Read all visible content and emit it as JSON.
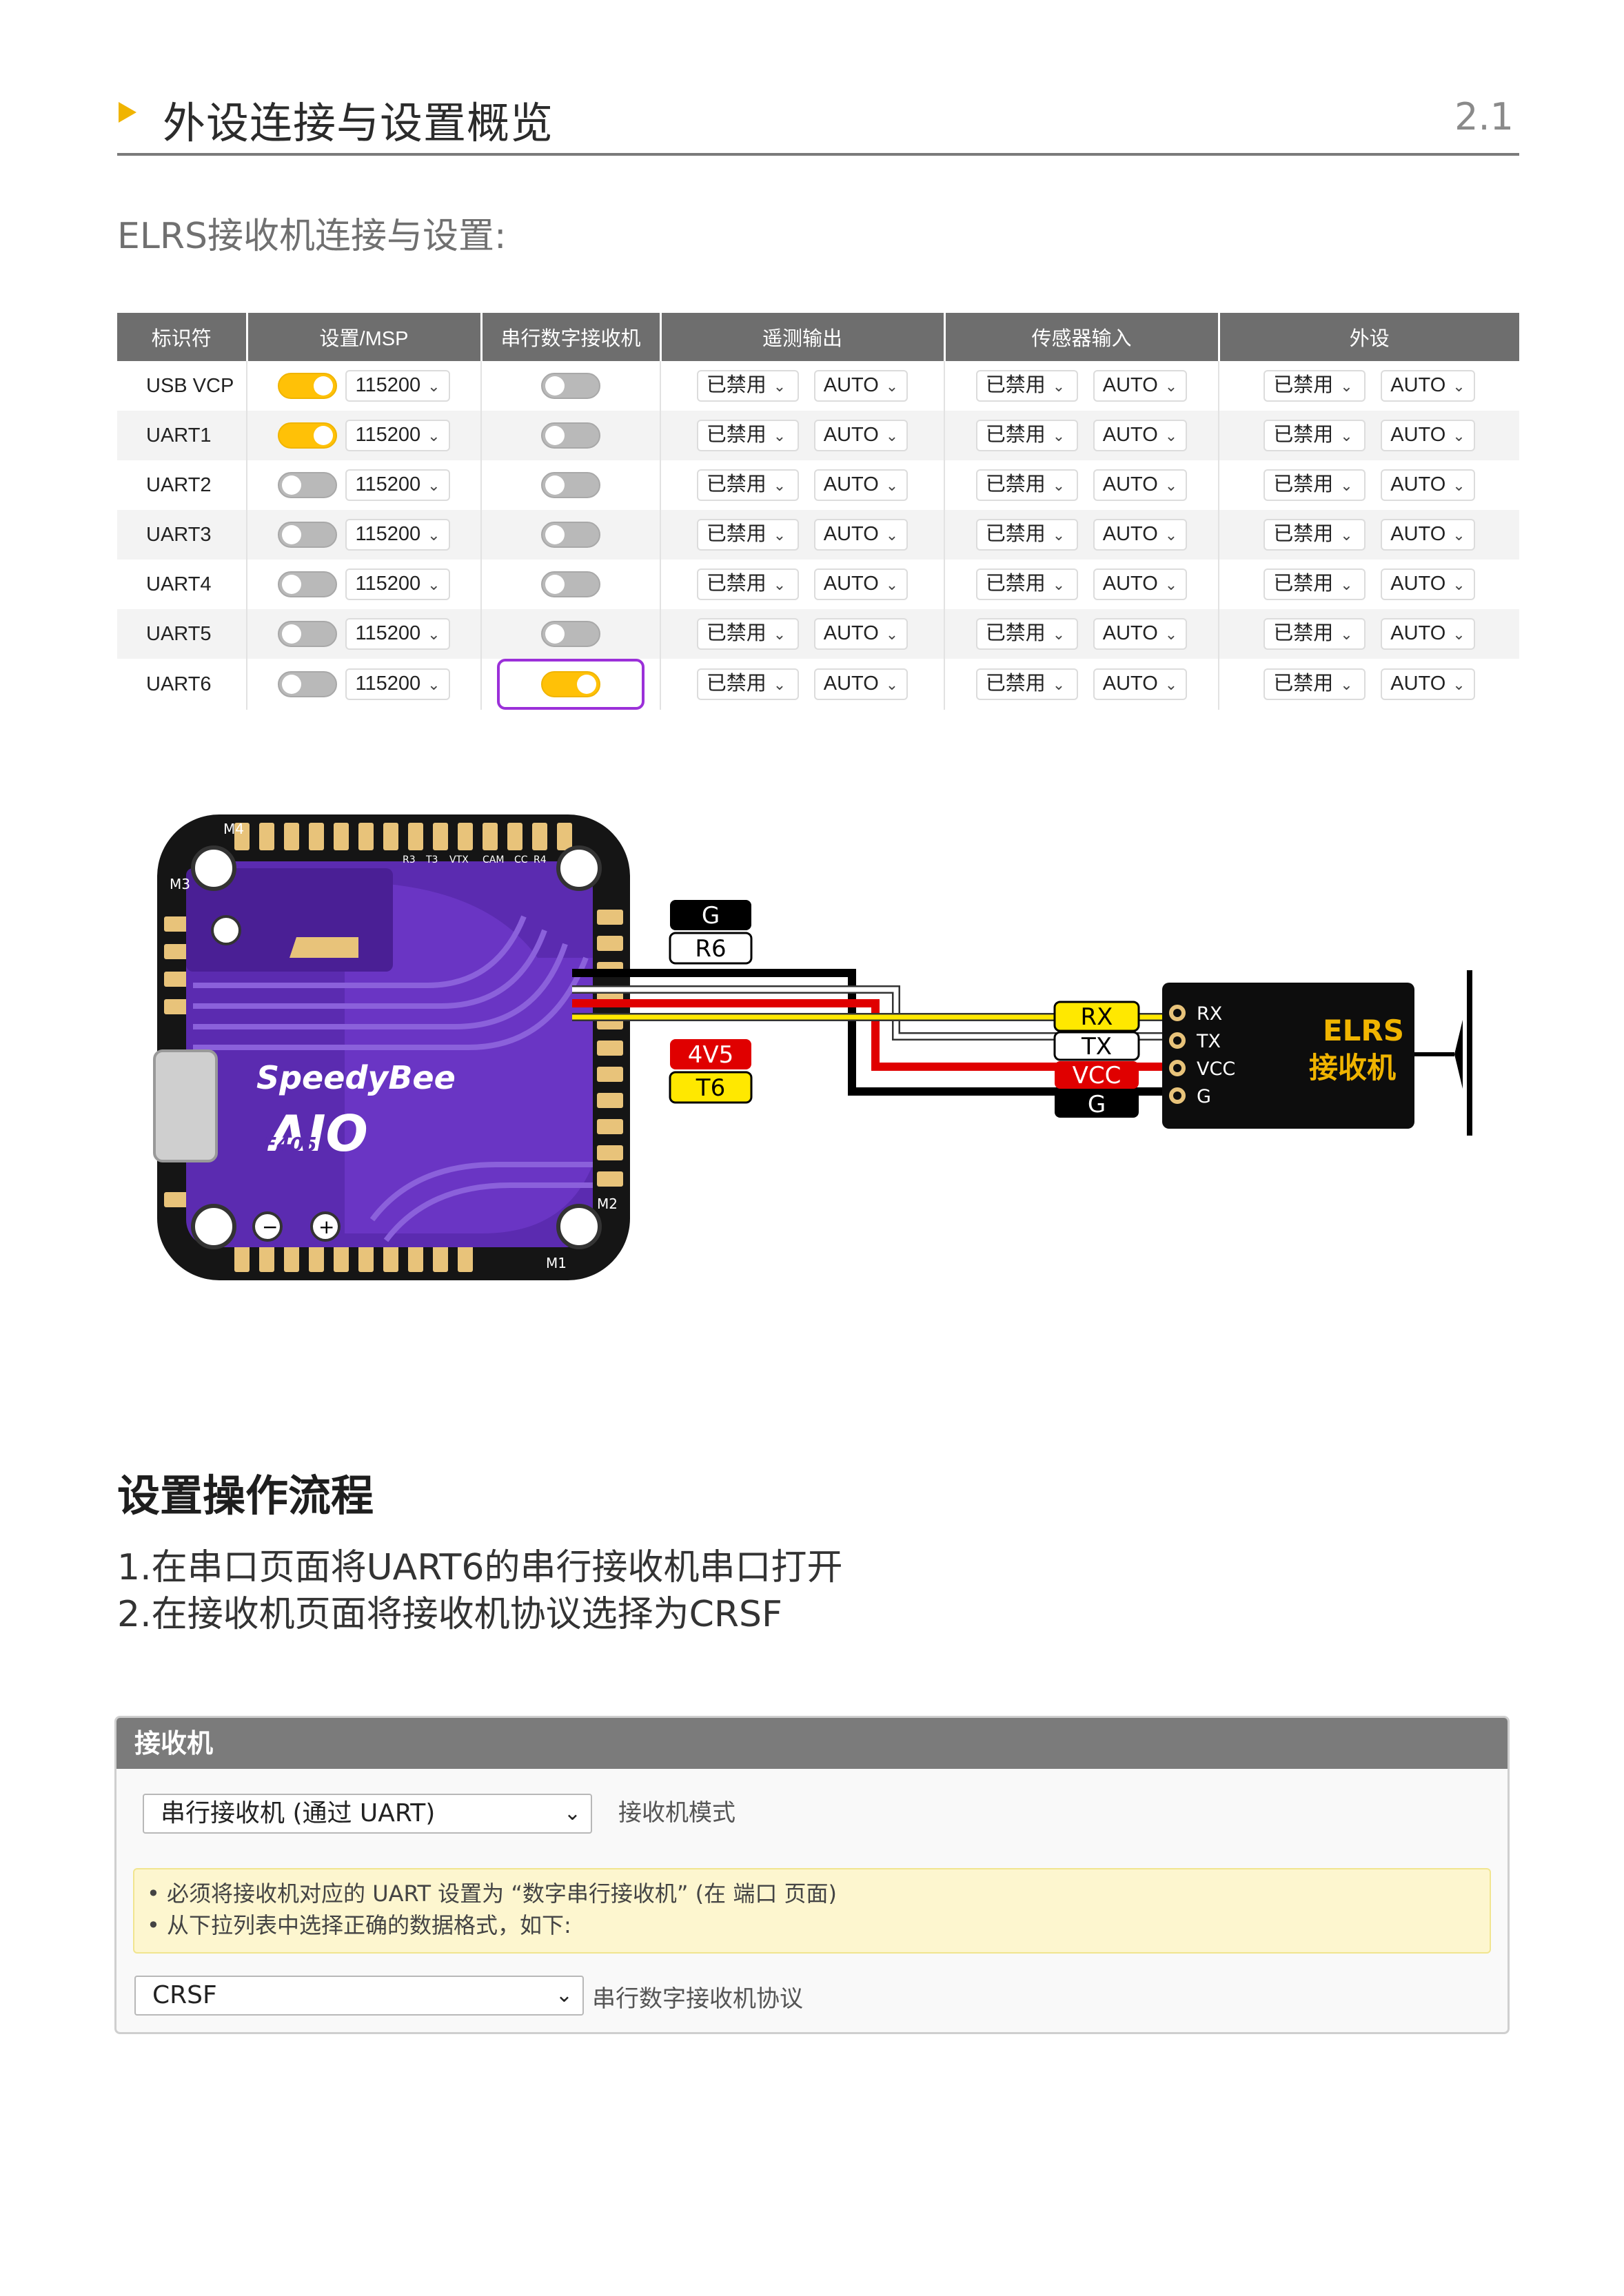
{
  "header": {
    "title": "外设连接与设置概览",
    "page_number": "2.1"
  },
  "section_subtitle": "ELRS接收机连接与设置:",
  "ports_table": {
    "columns": [
      "标识符",
      "设置/MSP",
      "串行数字接收机",
      "遥测输出",
      "传感器输入",
      "外设"
    ],
    "disabled_label": "已禁用",
    "auto_label": "AUTO",
    "rows": [
      {
        "id": "USB VCP",
        "msp_on": true,
        "baud": "115200",
        "serial_rx_on": false
      },
      {
        "id": "UART1",
        "msp_on": true,
        "baud": "115200",
        "serial_rx_on": false
      },
      {
        "id": "UART2",
        "msp_on": false,
        "baud": "115200",
        "serial_rx_on": false
      },
      {
        "id": "UART3",
        "msp_on": false,
        "baud": "115200",
        "serial_rx_on": false
      },
      {
        "id": "UART4",
        "msp_on": false,
        "baud": "115200",
        "serial_rx_on": false
      },
      {
        "id": "UART5",
        "msp_on": false,
        "baud": "115200",
        "serial_rx_on": false
      },
      {
        "id": "UART6",
        "msp_on": false,
        "baud": "115200",
        "serial_rx_on": true
      }
    ],
    "colors": {
      "toggle_on": "#ffc107",
      "highlight": "#9b30d9"
    }
  },
  "diagram": {
    "board_brand": "SpeedyBee",
    "board_model": "F405",
    "board_logo_text": "AIO",
    "motor_labels": [
      "M1",
      "M2",
      "M3",
      "M4"
    ],
    "top_pad_labels": [
      "R3",
      "T3",
      "VTX",
      "CAM",
      "CC",
      "R4"
    ],
    "pad_tags": {
      "g": "G",
      "r6": "R6",
      "v": "4V5",
      "t6": "T6"
    },
    "wire_labels": [
      "RX",
      "TX",
      "VCC",
      "G"
    ],
    "receiver_pins": [
      "RX",
      "TX",
      "VCC",
      "G"
    ],
    "receiver_name_line1": "ELRS",
    "receiver_name_line2": "接收机",
    "wire_colors": {
      "g": "#000000",
      "r6": "#ffffff",
      "v": "#e00000",
      "t6": "#ffe800"
    }
  },
  "steps": {
    "title": "设置操作流程",
    "items": [
      "1.在串口页面将UART6的串行接收机串口打开",
      "2.在接收机页面将接收机协议选择为CRSF"
    ]
  },
  "receiver_panel": {
    "header": "接收机",
    "mode_value": "串行接收机 (通过 UART)",
    "mode_label": "接收机模式",
    "note_line1": "• 必须将接收机对应的 UART 设置为 “数字串行接收机” (在 端口 页面)",
    "note_line2": "• 从下拉列表中选择正确的数据格式，如下:",
    "protocol_value": "CRSF",
    "protocol_label": "串行数字接收机协议"
  }
}
